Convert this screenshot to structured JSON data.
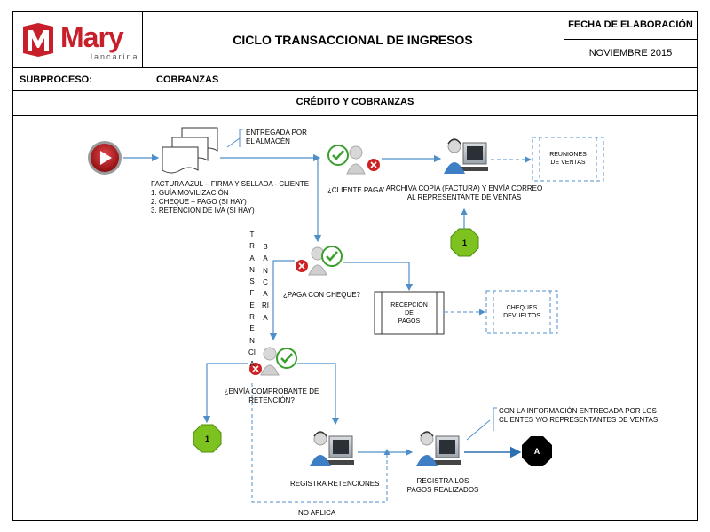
{
  "header": {
    "logo_text": "Mary",
    "logo_subtext": "lancarina",
    "title": "CICLO TRANSACCIONAL  DE INGRESOS",
    "fecha_label": "FECHA DE ELABORACIÓN",
    "fecha_value": "NOVIEMBRE 2015",
    "subproceso_label": "SUBPROCESO:",
    "subproceso_value": "COBRANZAS",
    "section_title": "CRÉDITO Y COBRANZAS"
  },
  "diagram": {
    "note_almacen": [
      "ENTREGADA POR",
      "EL ALMACÉN"
    ],
    "doc_list": {
      "heading": "FACTURA AZUL – FIRMA Y SELLADA - CLIENTE",
      "items": [
        "1.    GUÍA MOVILIZACIÓN",
        "2.    CHEQUE – PAGO (SI HAY)",
        "3.    RETENCIÓN DE IVA (SI HAY)"
      ]
    },
    "q_cliente_paga": "¿CLIENTE PAGA'",
    "archiva_text": [
      "ARCHIVA COPIA (FACTURA) Y ENVÍA CORREO",
      "AL REPRESENTANTE DE VENTAS"
    ],
    "reuniones": [
      "REUNIONES",
      "DE VENTAS"
    ],
    "connector_1": "1",
    "transferencia_vertical": "TRANSFERENCIA",
    "bancaria_vertical": "BANCARIA",
    "q_paga_cheque": "¿PAGA CON CHEQUE?",
    "recepcion": [
      "RECEPCIÓN",
      "DE",
      "PAGOS"
    ],
    "cheques_devueltos": [
      "CHEQUES",
      "DEVUELTOS"
    ],
    "q_envia_comprobante": [
      "¿ENVÍA COMPROBANTE DE",
      "RETENCIÓN?"
    ],
    "registra_retenciones": "REGISTRA RETENCIONES",
    "registra_pagos": [
      "REGISTRA LOS",
      "PAGOS REALIZADOS"
    ],
    "no_aplica": "NO APLICA",
    "info_note": [
      "CON LA INFORMACIÓN ENTREGADA POR LOS",
      "CLIENTES Y/O REPRESENTANTES DE VENTAS"
    ],
    "connector_a": "A"
  },
  "colors": {
    "logo_red": "#c8202a",
    "arrow_blue": "#4f8fc9",
    "connector_green": "#7dc21e",
    "start_red": "#c0161b",
    "check_green": "#3aa02c",
    "cross_red": "#cc2222"
  }
}
